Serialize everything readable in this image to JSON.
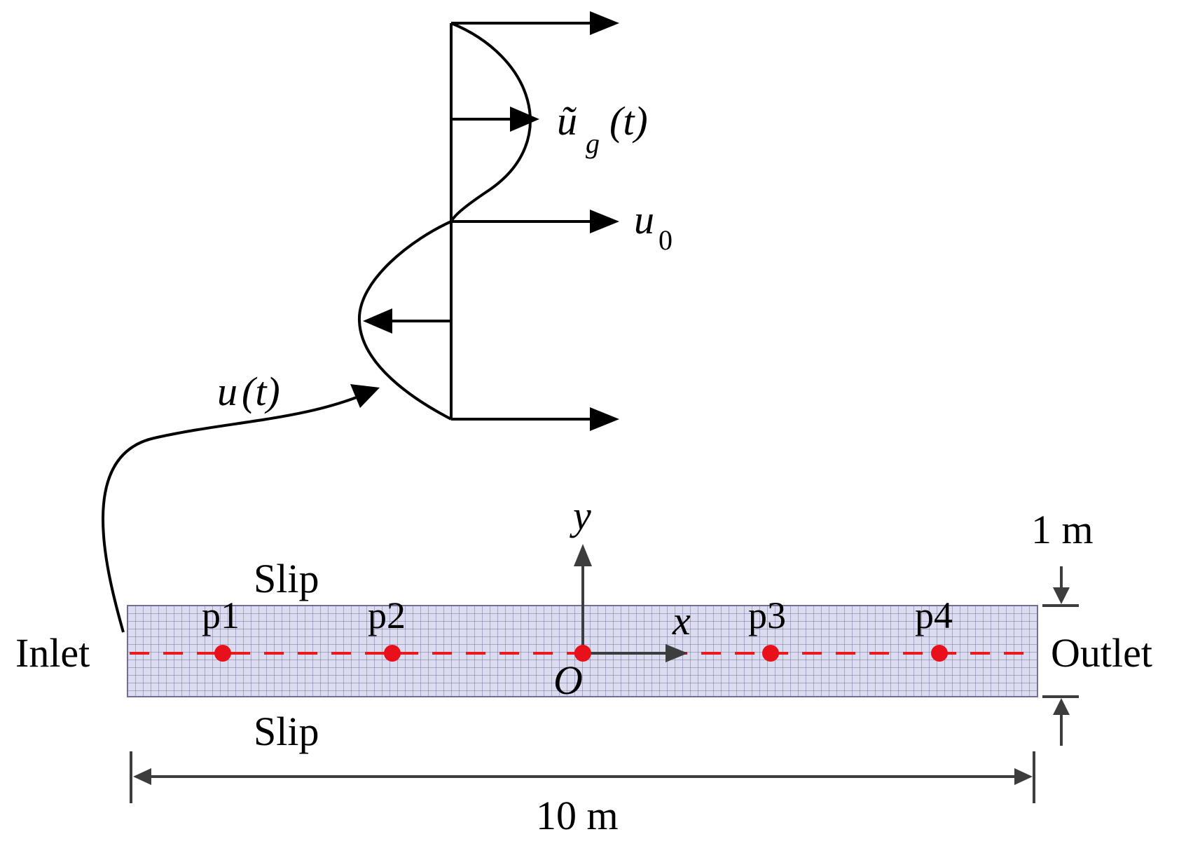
{
  "labels": {
    "u_tilde_symbol": "ũ",
    "u_tilde_sub": "g",
    "u_tilde_arg": "(t)",
    "u0_symbol": "u",
    "u0_sub": "0",
    "ut_symbol": "u",
    "ut_arg": "(t)",
    "y_axis": "y",
    "x_axis": "x",
    "origin": "O",
    "slip_top": "Slip",
    "slip_bottom": "Slip",
    "inlet": "Inlet",
    "outlet": "Outlet",
    "height_dim": "1 m",
    "length_dim": "10 m",
    "probes": [
      "p1",
      "p2",
      "p3",
      "p4"
    ]
  },
  "colors": {
    "mesh_fill": "#dcdcf0",
    "mesh_line": "#6f6f9a",
    "centerline": "#e8191f",
    "probe": "#e8101a",
    "axis": "#3d3d3d",
    "ink": "#000000"
  }
}
